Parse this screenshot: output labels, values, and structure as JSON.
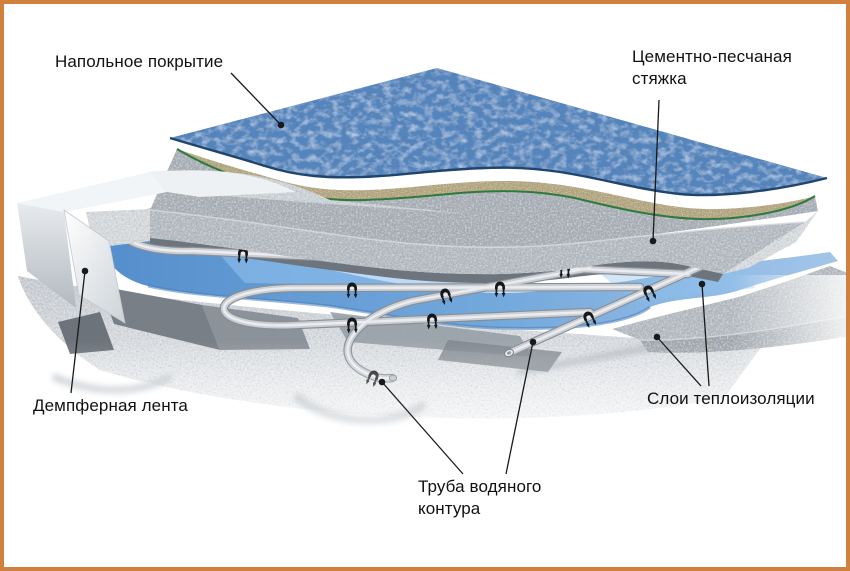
{
  "diagram": {
    "labels": {
      "floor_covering": "Напольное покрытие",
      "screed": "Цементно-песчаная стяжка",
      "damper_tape": "Демпферная лента",
      "insulation_layers": "Слои теплоизоляции",
      "pipe": "Труба водяного контура"
    },
    "colors": {
      "frame_border": "#d0813e",
      "background": "#ffffff",
      "label_text": "#111111",
      "leader_line": "#1a1a1a",
      "carpet_blue": "#5585bd",
      "carpet_edge": "#20456d",
      "underlay_tan": "#b3a67f",
      "underlay_green_edge": "#2e7a3e",
      "screed_gray": "#b3bac0",
      "insulation_film_blue": "#5d95d0",
      "lower_insulation_gray": "#b4bac0",
      "damper_tape_white": "#f4f6f8",
      "pipe_silver": "#cbcfd4",
      "pipe_clip_black": "#15181b"
    }
  }
}
